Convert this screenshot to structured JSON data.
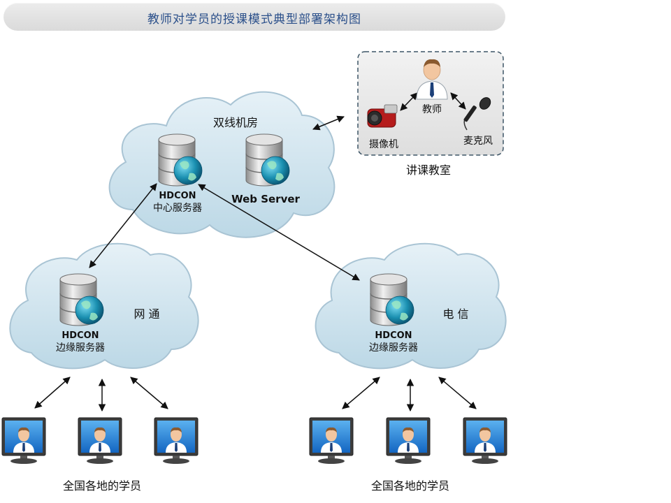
{
  "title": "教师对学员的授课模式典型部署架构图",
  "cloud_center": {
    "label": "双线机房",
    "central_server": {
      "line1": "HDCON",
      "line2": "中心服务器"
    },
    "web_server": "Web Server"
  },
  "cloud_left": {
    "label": "网 通",
    "edge_server": {
      "line1": "HDCON",
      "line2": "边缘服务器"
    }
  },
  "cloud_right": {
    "label": "电 信",
    "edge_server": {
      "line1": "HDCON",
      "line2": "边缘服务器"
    }
  },
  "classroom": {
    "label": "讲课教室",
    "teacher": "教师",
    "camera": "摄像机",
    "microphone": "麦克风"
  },
  "students_left": "全国各地的学员",
  "students_right": "全国各地的学员",
  "colors": {
    "cloud_fill": "#cde3ee",
    "cloud_stroke": "#a9c4d4",
    "title_text": "#2a4f8a",
    "monitor_screen": "#1f7fd6",
    "globe": "#1a8fb0"
  }
}
